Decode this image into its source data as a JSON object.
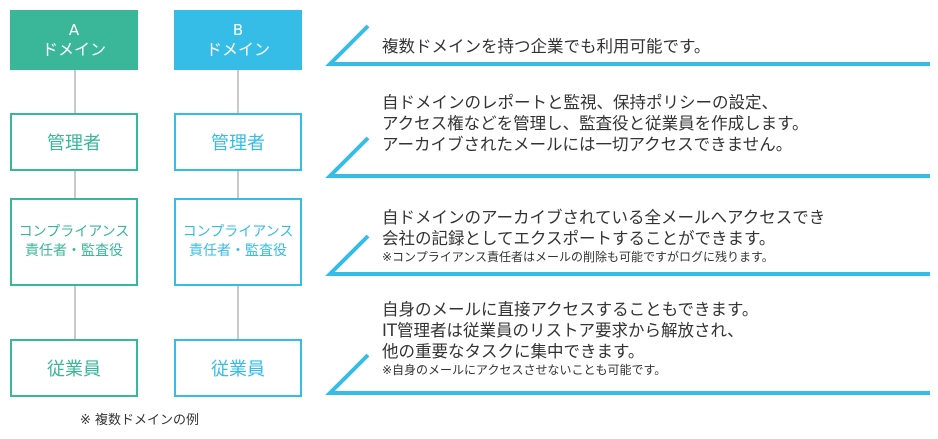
{
  "colors": {
    "domain_a": "#3ab699",
    "domain_b": "#35bde8",
    "connector": "#c9c9c9",
    "text": "#333333"
  },
  "domains": [
    {
      "letter": "A",
      "name": "ドメイン",
      "color": "#3ab699"
    },
    {
      "letter": "B",
      "name": "ドメイン",
      "color": "#35bde8"
    }
  ],
  "roles": {
    "admin": "管理者",
    "compliance_line1": "コンプライアンス",
    "compliance_line2": "責任者・監査役",
    "employee": "従業員"
  },
  "descriptions": [
    {
      "lines": [
        "複数ドメインを持つ企業でも利用可能です。"
      ]
    },
    {
      "lines": [
        "自ドメインのレポートと監視、保持ポリシーの設定、",
        "アクセス権などを管理し、監査役と従業員を作成します。",
        "アーカイブされたメールには一切アクセスできません。"
      ]
    },
    {
      "lines": [
        "自ドメインのアーカイブされている全メールへアクセスでき",
        "会社の記録としてエクスポートすることができます。"
      ],
      "note": "※コンプライアンス責任者はメールの削除も可能ですがログに残ります。"
    },
    {
      "lines": [
        "自身のメールに直接アクセスすることもできます。",
        "IT管理者は従業員のリストア要求から解放され、",
        "他の重要なタスクに集中できます。"
      ],
      "note": "※自身のメールにアクセスさせないことも可能です。"
    }
  ],
  "footnote": "※ 複数ドメインの例"
}
